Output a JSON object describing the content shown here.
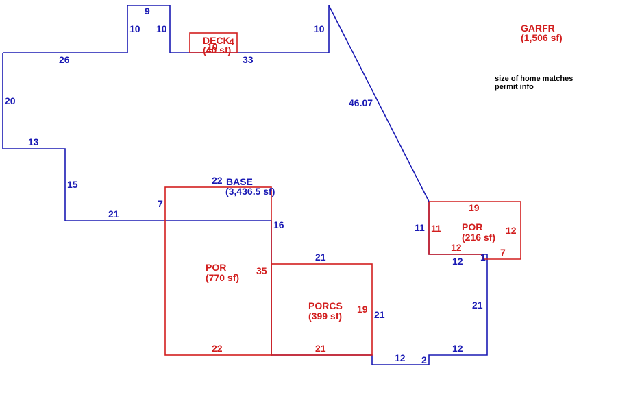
{
  "colors": {
    "base_outline": "#1a1ab4",
    "area_outline": "#d21e1e",
    "note_text": "#000000"
  },
  "areas": {
    "base": {
      "name": "BASE",
      "size": "(3,436.5 sf)"
    },
    "deck": {
      "name": "DECK",
      "size": "(40 sf)"
    },
    "garfr": {
      "name": "GARFR",
      "size": "(1,506 sf)"
    },
    "por_large": {
      "name": "POR",
      "size": "(770 sf)"
    },
    "porcs": {
      "name": "PORCS",
      "size": "(399 sf)"
    },
    "por_small": {
      "name": "POR",
      "size": "(216 sf)"
    }
  },
  "note": {
    "line1": "size of home matches",
    "line2": "permit info"
  },
  "base_dims": {
    "top_notch": "9",
    "notch_left": "10",
    "notch_right": "10",
    "left_top": "26",
    "top_right_vertical": "10",
    "top_middle": "33",
    "diagonal": "46.07",
    "left_side": "20",
    "step_13": "13",
    "step_15": "15",
    "step_21": "21",
    "step_7": "7",
    "step_22": "22",
    "right_16": "16",
    "porcs_top": "21",
    "porcs_right": "21",
    "bottom_12a": "12",
    "bottom_2": "2",
    "bottom_12b": "12",
    "right_21": "21",
    "por_bottom_12": "12",
    "por_left_11": "11",
    "por_corner_1": "1"
  },
  "area_dims": {
    "deck_a": "10",
    "deck_b": "4",
    "por_large_right": "35",
    "por_large_bottom": "22",
    "porcs_bottom": "21",
    "porcs_right": "19",
    "por_small_top": "19",
    "por_small_left": "11",
    "por_small_right": "12",
    "por_small_inner": "12",
    "por_small_corner": "7"
  }
}
